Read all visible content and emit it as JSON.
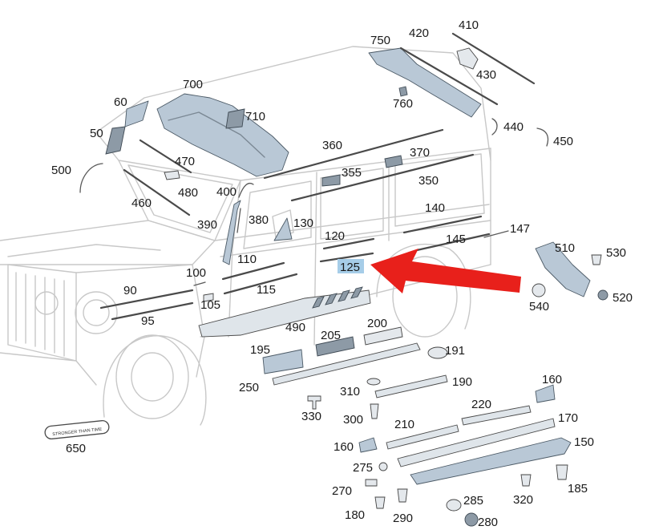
{
  "highlighted_part": "125",
  "callouts": [
    "410",
    "750",
    "420",
    "430",
    "760",
    "700",
    "710",
    "60",
    "50",
    "500",
    "470",
    "480",
    "400",
    "460",
    "390",
    "380",
    "130",
    "440",
    "450",
    "360",
    "370",
    "355",
    "350",
    "140",
    "147",
    "120",
    "145",
    "110",
    "100",
    "90",
    "105",
    "115",
    "95",
    "490",
    "125",
    "205",
    "200",
    "195",
    "191",
    "250",
    "190",
    "160",
    "310",
    "330",
    "220",
    "300",
    "210",
    "170",
    "150",
    "275",
    "270",
    "180",
    "290",
    "285",
    "280",
    "320",
    "185",
    "510",
    "530",
    "540",
    "520",
    "650"
  ],
  "badge_text": "STRONGER THAN TIME",
  "colors": {
    "highlight": "#a6cde8",
    "arrow": "#e8201b",
    "part_fill": "#b9c8d6"
  }
}
